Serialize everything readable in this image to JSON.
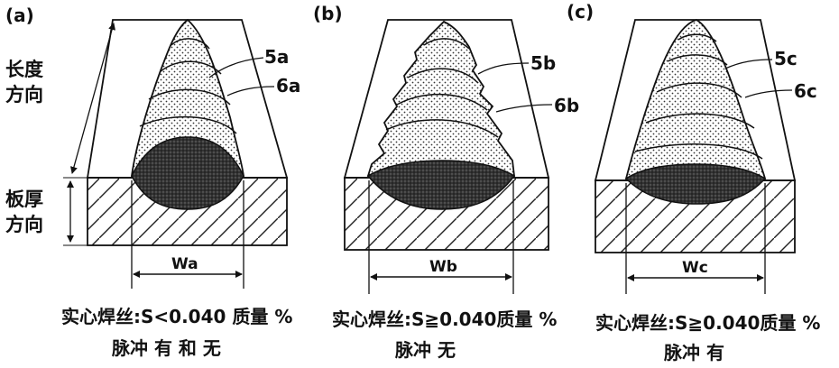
{
  "panels": [
    {
      "tag": "(a)",
      "bead_label": "5a",
      "layer_label": "6a",
      "width_label": "Wa",
      "caption_line1": "实心焊丝:S<0.040 质量 %",
      "caption_line2": "脉冲  有 和 无"
    },
    {
      "tag": "(b)",
      "bead_label": "5b",
      "layer_label": "6b",
      "width_label": "Wb",
      "caption_line1": "实心焊丝:S≧0.040质量 %",
      "caption_line2": "脉冲  无"
    },
    {
      "tag": "(c)",
      "bead_label": "5c",
      "layer_label": "6c",
      "width_label": "Wc",
      "caption_line1": "实心焊丝:S≧0.040质量 %",
      "caption_line2": "脉冲  有"
    }
  ],
  "axis_labels": {
    "length_direction": [
      "长度",
      "方向"
    ],
    "thickness_direction": [
      "板厚",
      "方向"
    ]
  }
}
